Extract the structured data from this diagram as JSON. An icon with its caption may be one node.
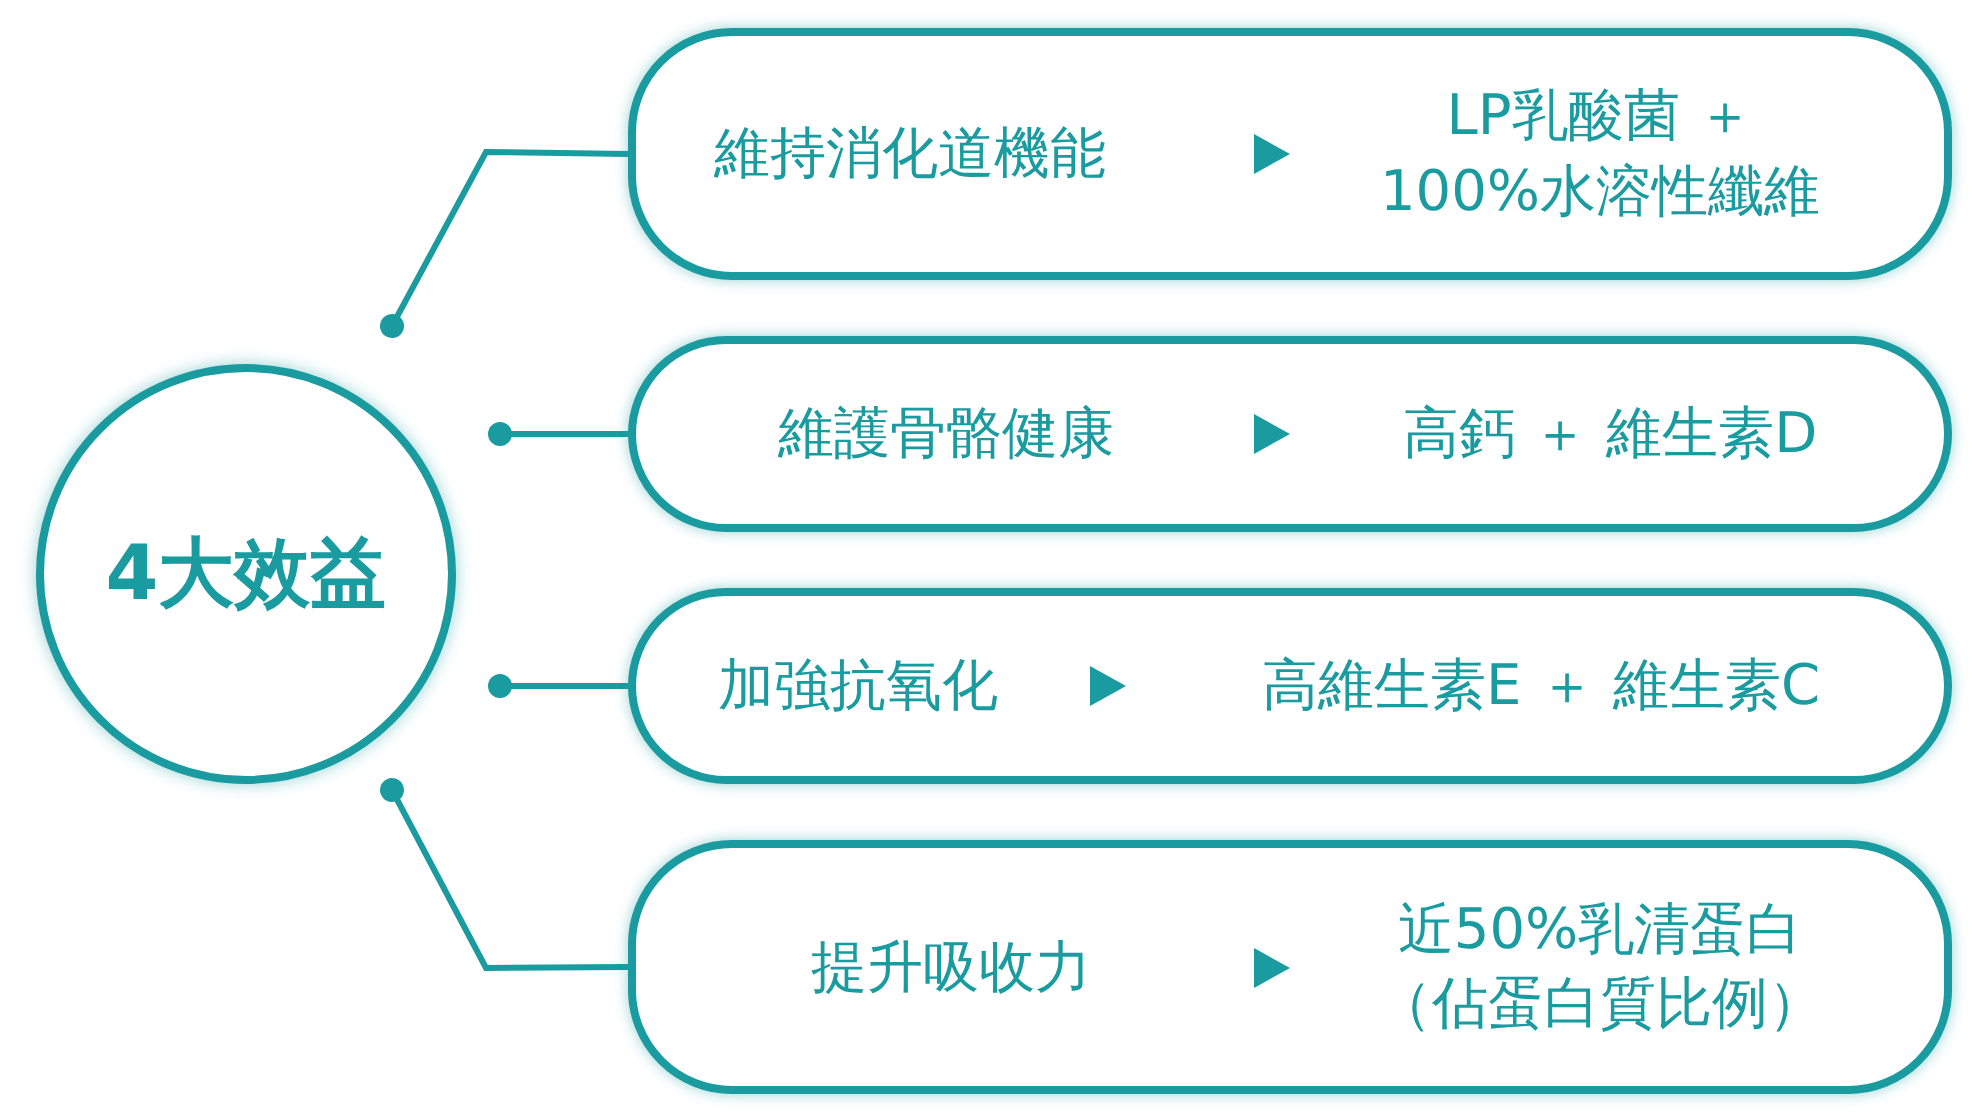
{
  "diagram": {
    "nodes": [
      {
        "text": [
          "4大效益"
        ]
      },
      {
        "text": [
          "維持消化道機能",
          "LP乳酸菌 ＋ 100%水溶性纖維"
        ]
      },
      {
        "text": [
          "維護骨骼健康",
          "高鈣 ＋ 維生素D"
        ]
      },
      {
        "text": [
          "加強抗氧化",
          "高維生素E ＋ 維生素C"
        ]
      },
      {
        "text": [
          "提升吸收力",
          "近50%乳清蛋白（佔蛋白質比例）"
        ]
      }
    ],
    "edges": [
      {
        "from": 0,
        "to": 1,
        "arrow": "other"
      },
      {
        "from": 0,
        "to": 2,
        "arrow": "other"
      },
      {
        "from": 0,
        "to": 3,
        "arrow": "other"
      },
      {
        "from": 0,
        "to": 4,
        "arrow": "other"
      }
    ]
  }
}
